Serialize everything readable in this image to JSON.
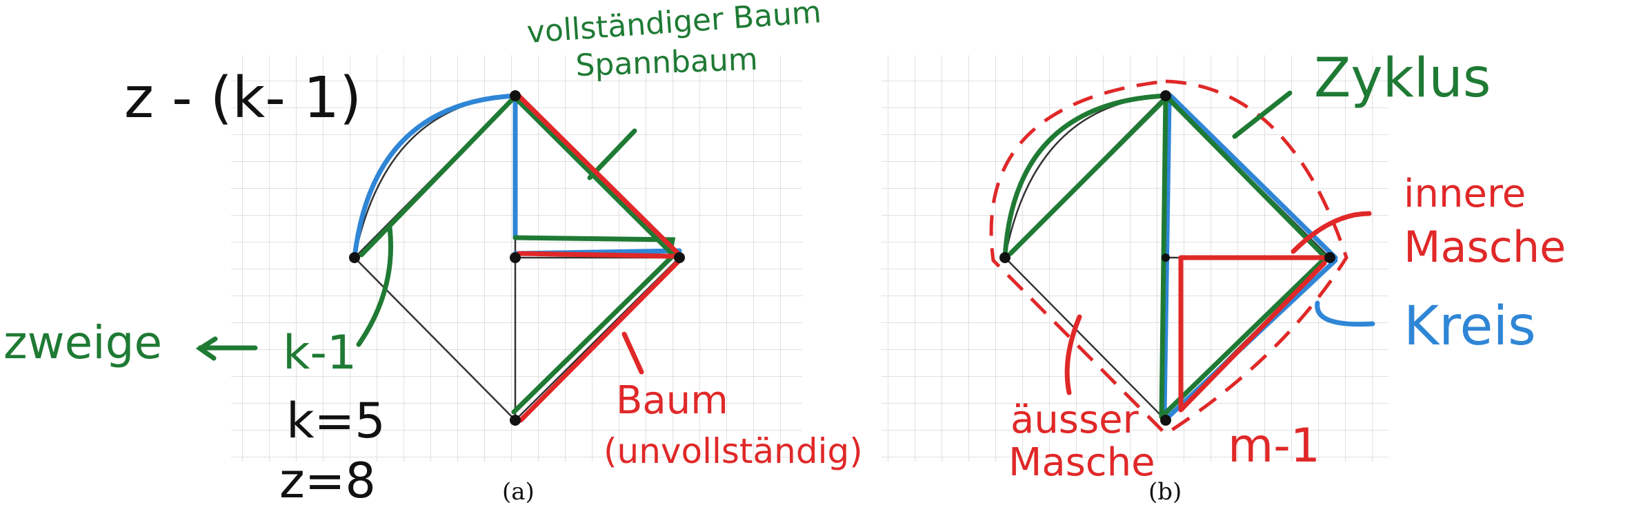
{
  "colors": {
    "grid": "#d8d8d8",
    "graph_edge": "#333333",
    "green": "#1f7a34",
    "blue": "#2f86d6",
    "red": "#e02828",
    "black": "#111111"
  },
  "panel_a": {
    "caption": "(a)",
    "notes": {
      "formula": "z - (k- 1)",
      "full_tree_1": "vollständiger Baum",
      "full_tree_2": "Spannbaum",
      "branches": "zweige",
      "arrow": "←",
      "k_minus_1": "k-1",
      "k_eq": "k=5",
      "z_eq": "z=8",
      "tree": "Baum",
      "incomplete": "(unvollständig)"
    }
  },
  "panel_b": {
    "caption": "(b)",
    "notes": {
      "cycle": "Zyklus",
      "inner_1": "innere",
      "inner_2": "Masche",
      "circle": "Kreis",
      "outer_1": "äusser",
      "outer_2": "Masche",
      "m_minus_1": "m-1"
    }
  }
}
